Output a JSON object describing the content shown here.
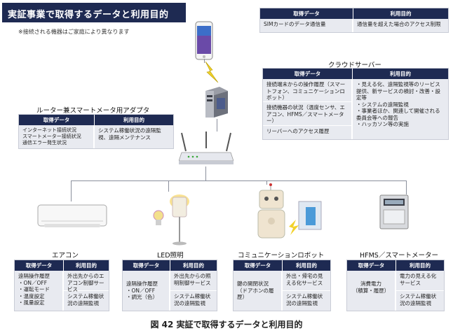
{
  "title": "実証事業で取得するデータと利用目的",
  "note": "※接続される機器はご家庭により異なります",
  "caption": "図 42 実証で取得するデータと利用目的",
  "headers": {
    "data": "取得データ",
    "purpose": "利用目的"
  },
  "smartphone_panel": {
    "data": "SIMカードのデータ通信量",
    "purpose": "通信量を超えた場合のアクセス制限"
  },
  "cloud": {
    "label": "クラウドサーバー",
    "data": [
      "接続端末からの操作履歴（スマートフォン、コミュニケーションロボット）",
      "接続機器の状況（温度センサ、エアコン、HFMS／スマートメーター）",
      "リーバーへのアクセス履歴"
    ],
    "purpose": [
      "・見える化、遠隔監視等のリービス提供、新サービスの検討・改善・設定等",
      "・システムの遠隔監視",
      "・事業者ほか、関連して開催される委員会等への報告",
      "・ハッカソン等の実施"
    ]
  },
  "router": {
    "label": "ルーター兼スマートメータ用アダプタ",
    "data": "インターネット接続状況\nスマートメーター接続状況\n通信エラー発生状況",
    "purpose": "システム稼働状況の遠隔監視、遠隔メンテナンス"
  },
  "devices": [
    {
      "label": "エアコン",
      "data": "遠隔操作履歴\n・ON／OFF\n・運転モード\n・温度設定\n・風量設定",
      "purpose": [
        "外出先からのエアコン制御サービス",
        "システム稼働状況の遠隔監視"
      ]
    },
    {
      "label": "LED照明",
      "data": "遠隔操作履歴\n・ON／OFF\n・調光（色）",
      "purpose": [
        "外出先からの照明制御サービス",
        "システム稼働状況の遠隔監視"
      ]
    },
    {
      "label": "コミュニケーションロボット",
      "data": "鍵の開閉状況（ドアホンの履歴）",
      "purpose": [
        "外出・帰宅の見える化サービス",
        "システム稼働状況の遠隔監視"
      ]
    },
    {
      "label": "HFMS／スマートメーター",
      "data": "消費電力\n（積算・履歴）",
      "purpose": [
        "電力の見える化サービス",
        "システム稼働状況の遠隔監視"
      ]
    }
  ]
}
